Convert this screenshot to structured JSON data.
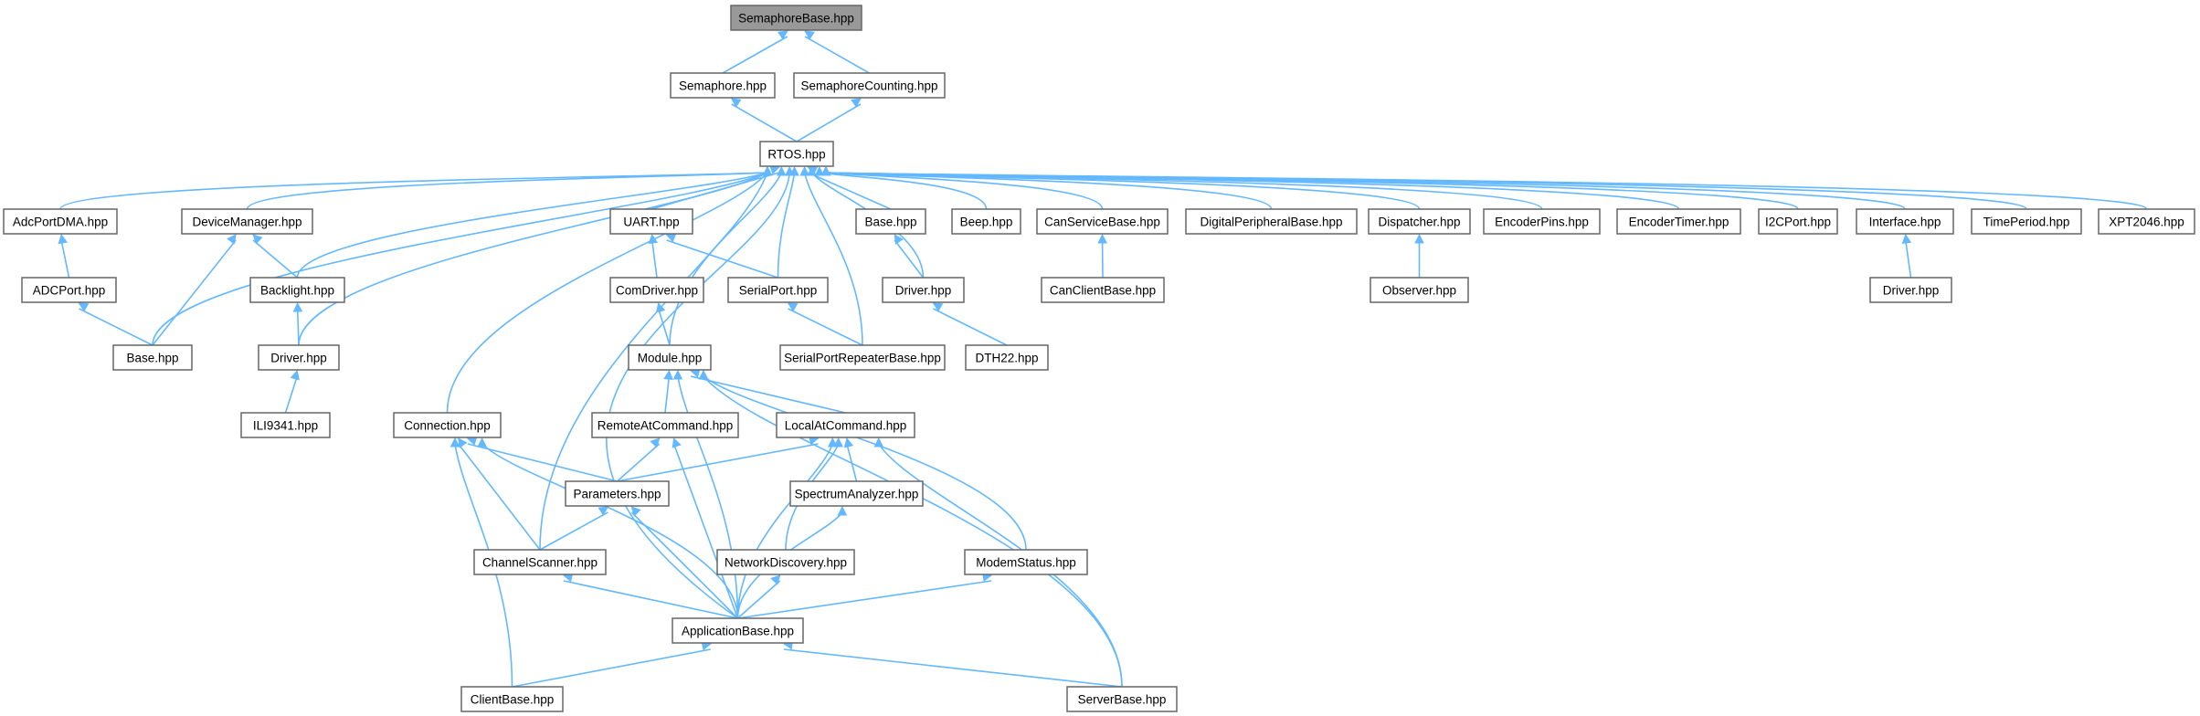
{
  "diagram": {
    "nodes": {
      "SemaphoreBase": "SemaphoreBase.hpp",
      "Semaphore": "Semaphore.hpp",
      "SemaphoreCounting": "SemaphoreCounting.hpp",
      "RTOS": "RTOS.hpp",
      "AdcPortDMA": "AdcPortDMA.hpp",
      "DeviceManager": "DeviceManager.hpp",
      "UART": "UART.hpp",
      "BaseA": "Base.hpp",
      "Beep": "Beep.hpp",
      "CanServiceBase": "CanServiceBase.hpp",
      "DigitalPeripheralBase": "DigitalPeripheralBase.hpp",
      "Dispatcher": "Dispatcher.hpp",
      "EncoderPins": "EncoderPins.hpp",
      "EncoderTimer": "EncoderTimer.hpp",
      "I2CPort": "I2CPort.hpp",
      "Interface": "Interface.hpp",
      "TimePeriod": "TimePeriod.hpp",
      "XPT2046": "XPT2046.hpp",
      "ADCPort": "ADCPort.hpp",
      "Backlight": "Backlight.hpp",
      "ComDriver": "ComDriver.hpp",
      "SerialPort": "SerialPort.hpp",
      "DriverA": "Driver.hpp",
      "CanClientBase": "CanClientBase.hpp",
      "Observer": "Observer.hpp",
      "DriverI": "Driver.hpp",
      "BaseB": "Base.hpp",
      "DriverB": "Driver.hpp",
      "Module": "Module.hpp",
      "SerialPortRepeaterBase": "SerialPortRepeaterBase.hpp",
      "DTH22": "DTH22.hpp",
      "ILI9341": "ILI9341.hpp",
      "Connection": "Connection.hpp",
      "RemoteAtCommand": "RemoteAtCommand.hpp",
      "LocalAtCommand": "LocalAtCommand.hpp",
      "Parameters": "Parameters.hpp",
      "SpectrumAnalyzer": "SpectrumAnalyzer.hpp",
      "ChannelScanner": "ChannelScanner.hpp",
      "NetworkDiscovery": "NetworkDiscovery.hpp",
      "ModemStatus": "ModemStatus.hpp",
      "ApplicationBase": "ApplicationBase.hpp",
      "ClientBase": "ClientBase.hpp",
      "ServerBase": "ServerBase.hpp"
    },
    "colors": {
      "edge": "#63b8ff",
      "node_border": "#666666",
      "root_fill": "#999999",
      "node_fill": "#ffffff"
    }
  }
}
